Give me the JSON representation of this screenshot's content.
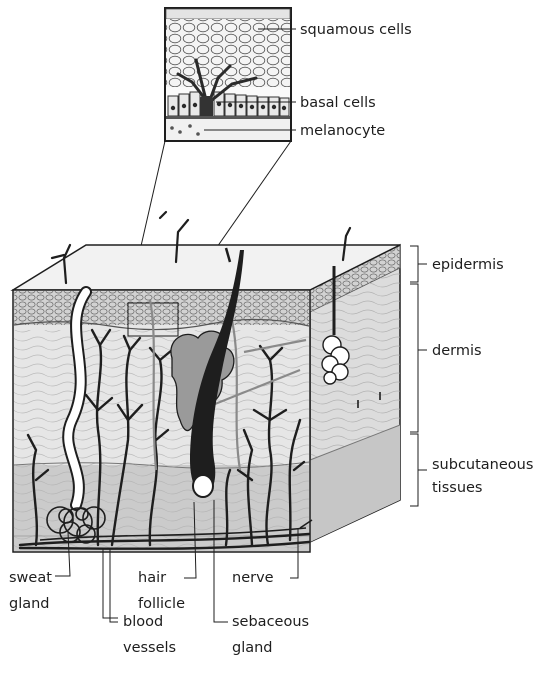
{
  "labels": {
    "squamous": "squamous cells",
    "basal": "basal cells",
    "melanocyte": "melanocyte",
    "epidermis": "epidermis",
    "dermis": "dermis",
    "subcutaneous_1": "subcutaneous",
    "subcutaneous_2": "tissues",
    "sweat_1": "sweat",
    "sweat_2": "gland",
    "hair_1": "hair",
    "hair_2": "follicle",
    "nerve": "nerve",
    "blood_1": "blood",
    "blood_2": "vessels",
    "sebaceous_1": "sebaceous",
    "sebaceous_2": "gland"
  },
  "colors": {
    "line": "#1e1e1e",
    "top_surface": "#f2f2f2",
    "epidermis_band": "#cfcfcf",
    "dermis_fill": "#e6e6e6",
    "subcutaneous_fill": "#cbcbcb",
    "gland_fill": "#9a9a9a",
    "melanocyte_fill": "#3a3a3a"
  }
}
